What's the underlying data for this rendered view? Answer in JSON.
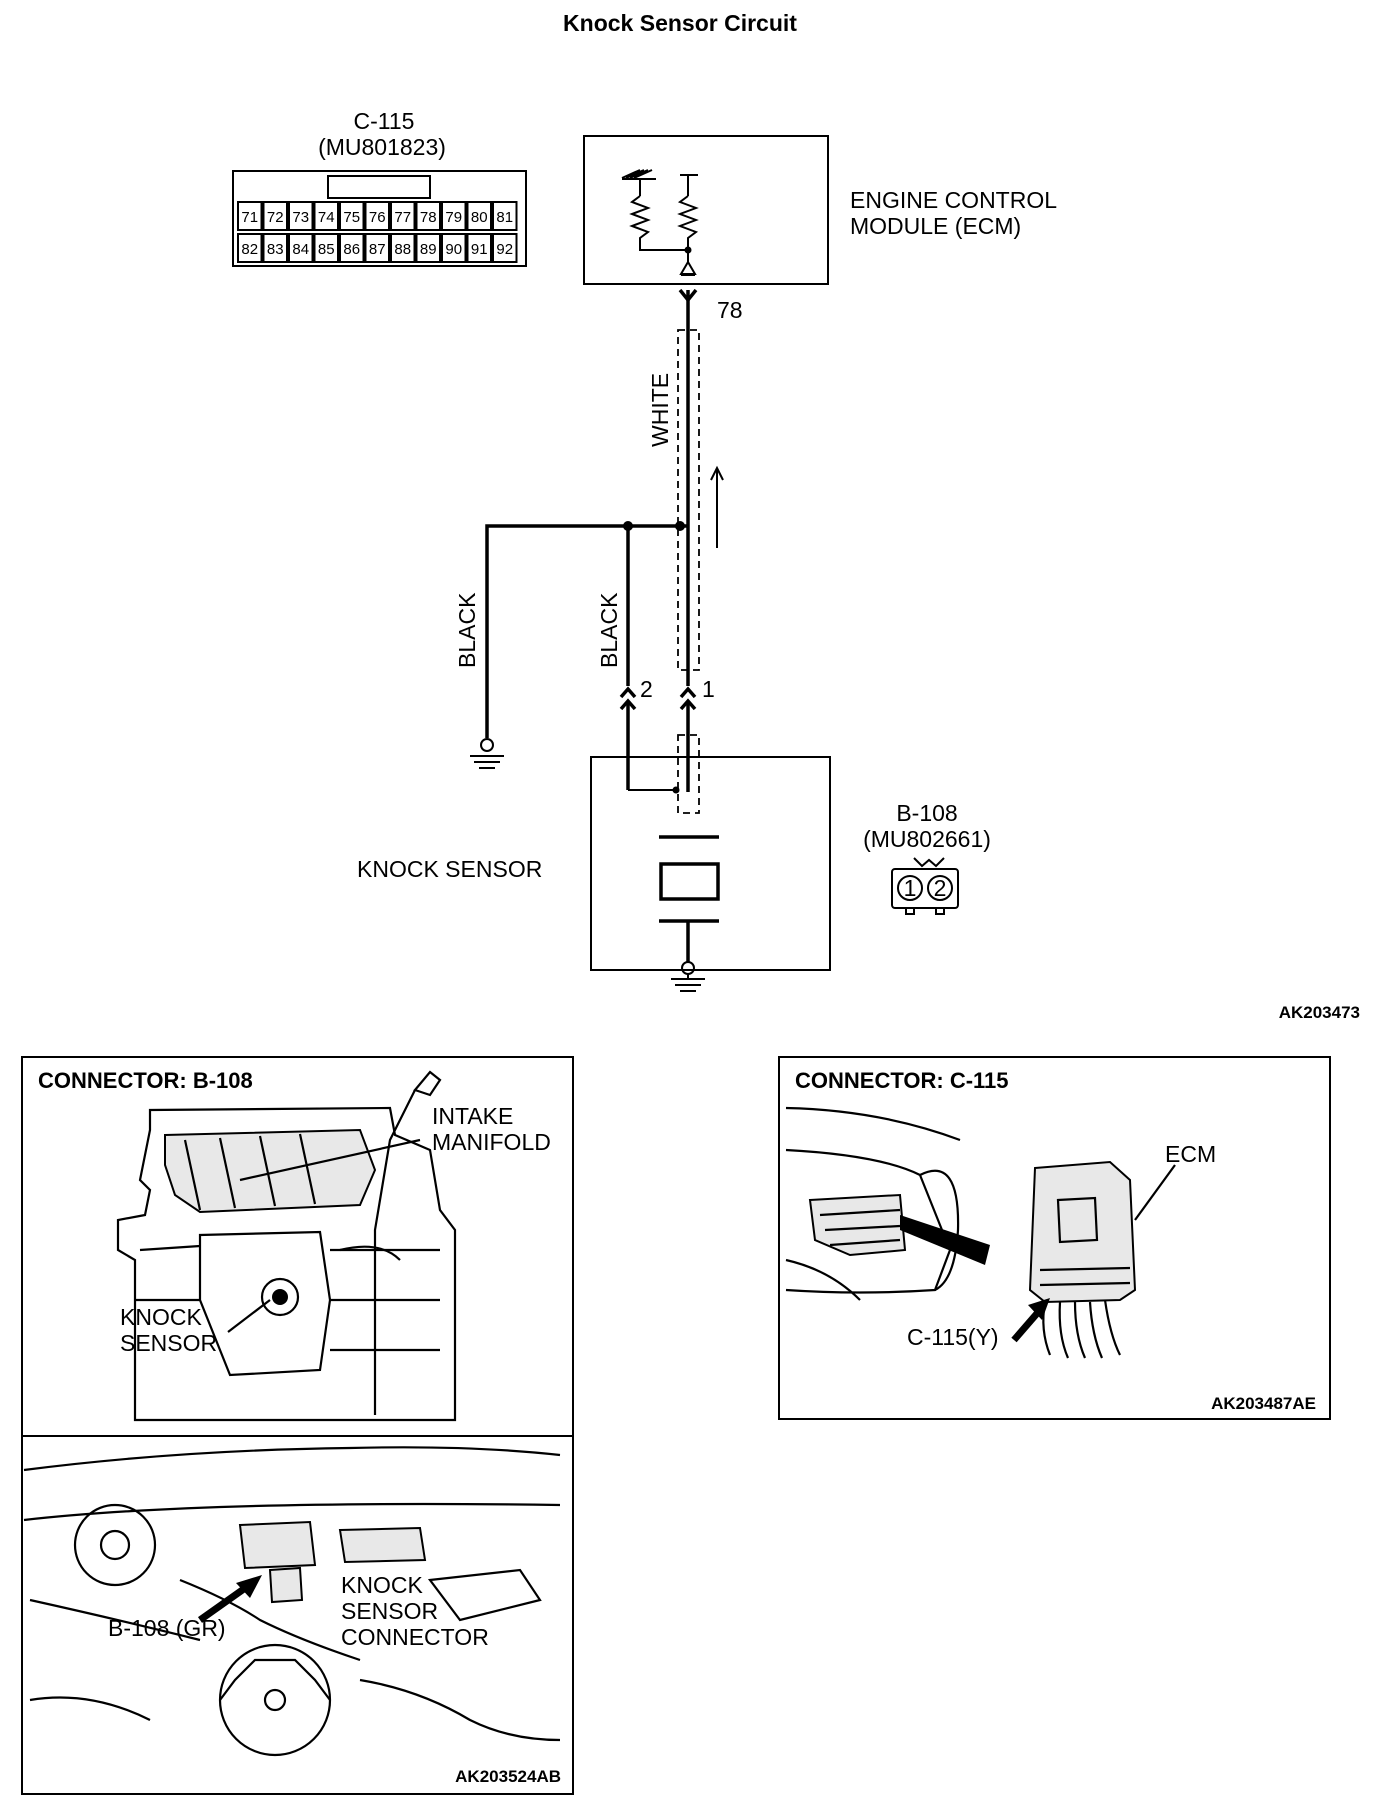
{
  "title": "Knock Sensor Circuit",
  "ecm_connector": {
    "id": "C-115",
    "part": "(MU801823)",
    "pins_top": [
      "71",
      "72",
      "73",
      "74",
      "75",
      "76",
      "77",
      "78",
      "79",
      "80",
      "81"
    ],
    "pins_bottom": [
      "82",
      "83",
      "84",
      "85",
      "86",
      "87",
      "88",
      "89",
      "90",
      "91",
      "92"
    ]
  },
  "ecm": {
    "line1": "ENGINE CONTROL",
    "line2": "MODULE (ECM)",
    "pin": "78"
  },
  "wires": {
    "white": "WHITE",
    "black_left": "BLACK",
    "black_right": "BLACK",
    "pin_2": "2",
    "pin_1": "1"
  },
  "sensor": {
    "label": "KNOCK SENSOR",
    "connector_id": "B-108",
    "connector_part": "(MU802661)",
    "connector_pins": [
      "1",
      "2"
    ]
  },
  "diagram_code": "AK203473",
  "left_panel": {
    "header": "CONNECTOR: B-108",
    "intake_line1": "INTAKE",
    "intake_line2": "MANIFOLD",
    "knock_line1": "KNOCK",
    "knock_line2": "SENSOR",
    "b108": "B-108 (GR)",
    "ksc_line1": "KNOCK",
    "ksc_line2": "SENSOR",
    "ksc_line3": "CONNECTOR",
    "code": "AK203524AB"
  },
  "right_panel": {
    "header": "CONNECTOR: C-115",
    "ecm": "ECM",
    "c115": "C-115(Y)",
    "code": "AK203487AE"
  },
  "colors": {
    "ink": "#000000",
    "paper": "#ffffff"
  }
}
